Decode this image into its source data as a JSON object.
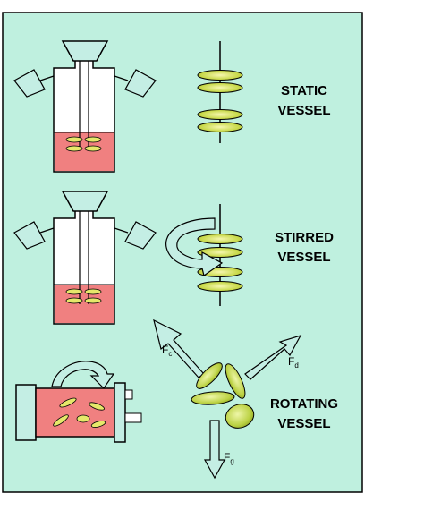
{
  "labels": {
    "static": {
      "line1": "STATIC",
      "line2": "VESSEL"
    },
    "stirred": {
      "line1": "STIRRED",
      "line2": "VESSEL"
    },
    "rotating": {
      "line1": "ROTATING",
      "line2": "VESSEL"
    }
  },
  "forces": {
    "fc": {
      "main": "F",
      "sub": "c"
    },
    "fd": {
      "main": "F",
      "sub": "d"
    },
    "fg": {
      "main": "F",
      "sub": "g"
    }
  },
  "colors": {
    "panel_bg": "#bff0df",
    "vessel_fill": "#ffffff",
    "medium_fill": "#f08080",
    "scaffold_fill": "#e6e86a",
    "arrow_fill": "#c4eee4",
    "outline": "#000000"
  }
}
